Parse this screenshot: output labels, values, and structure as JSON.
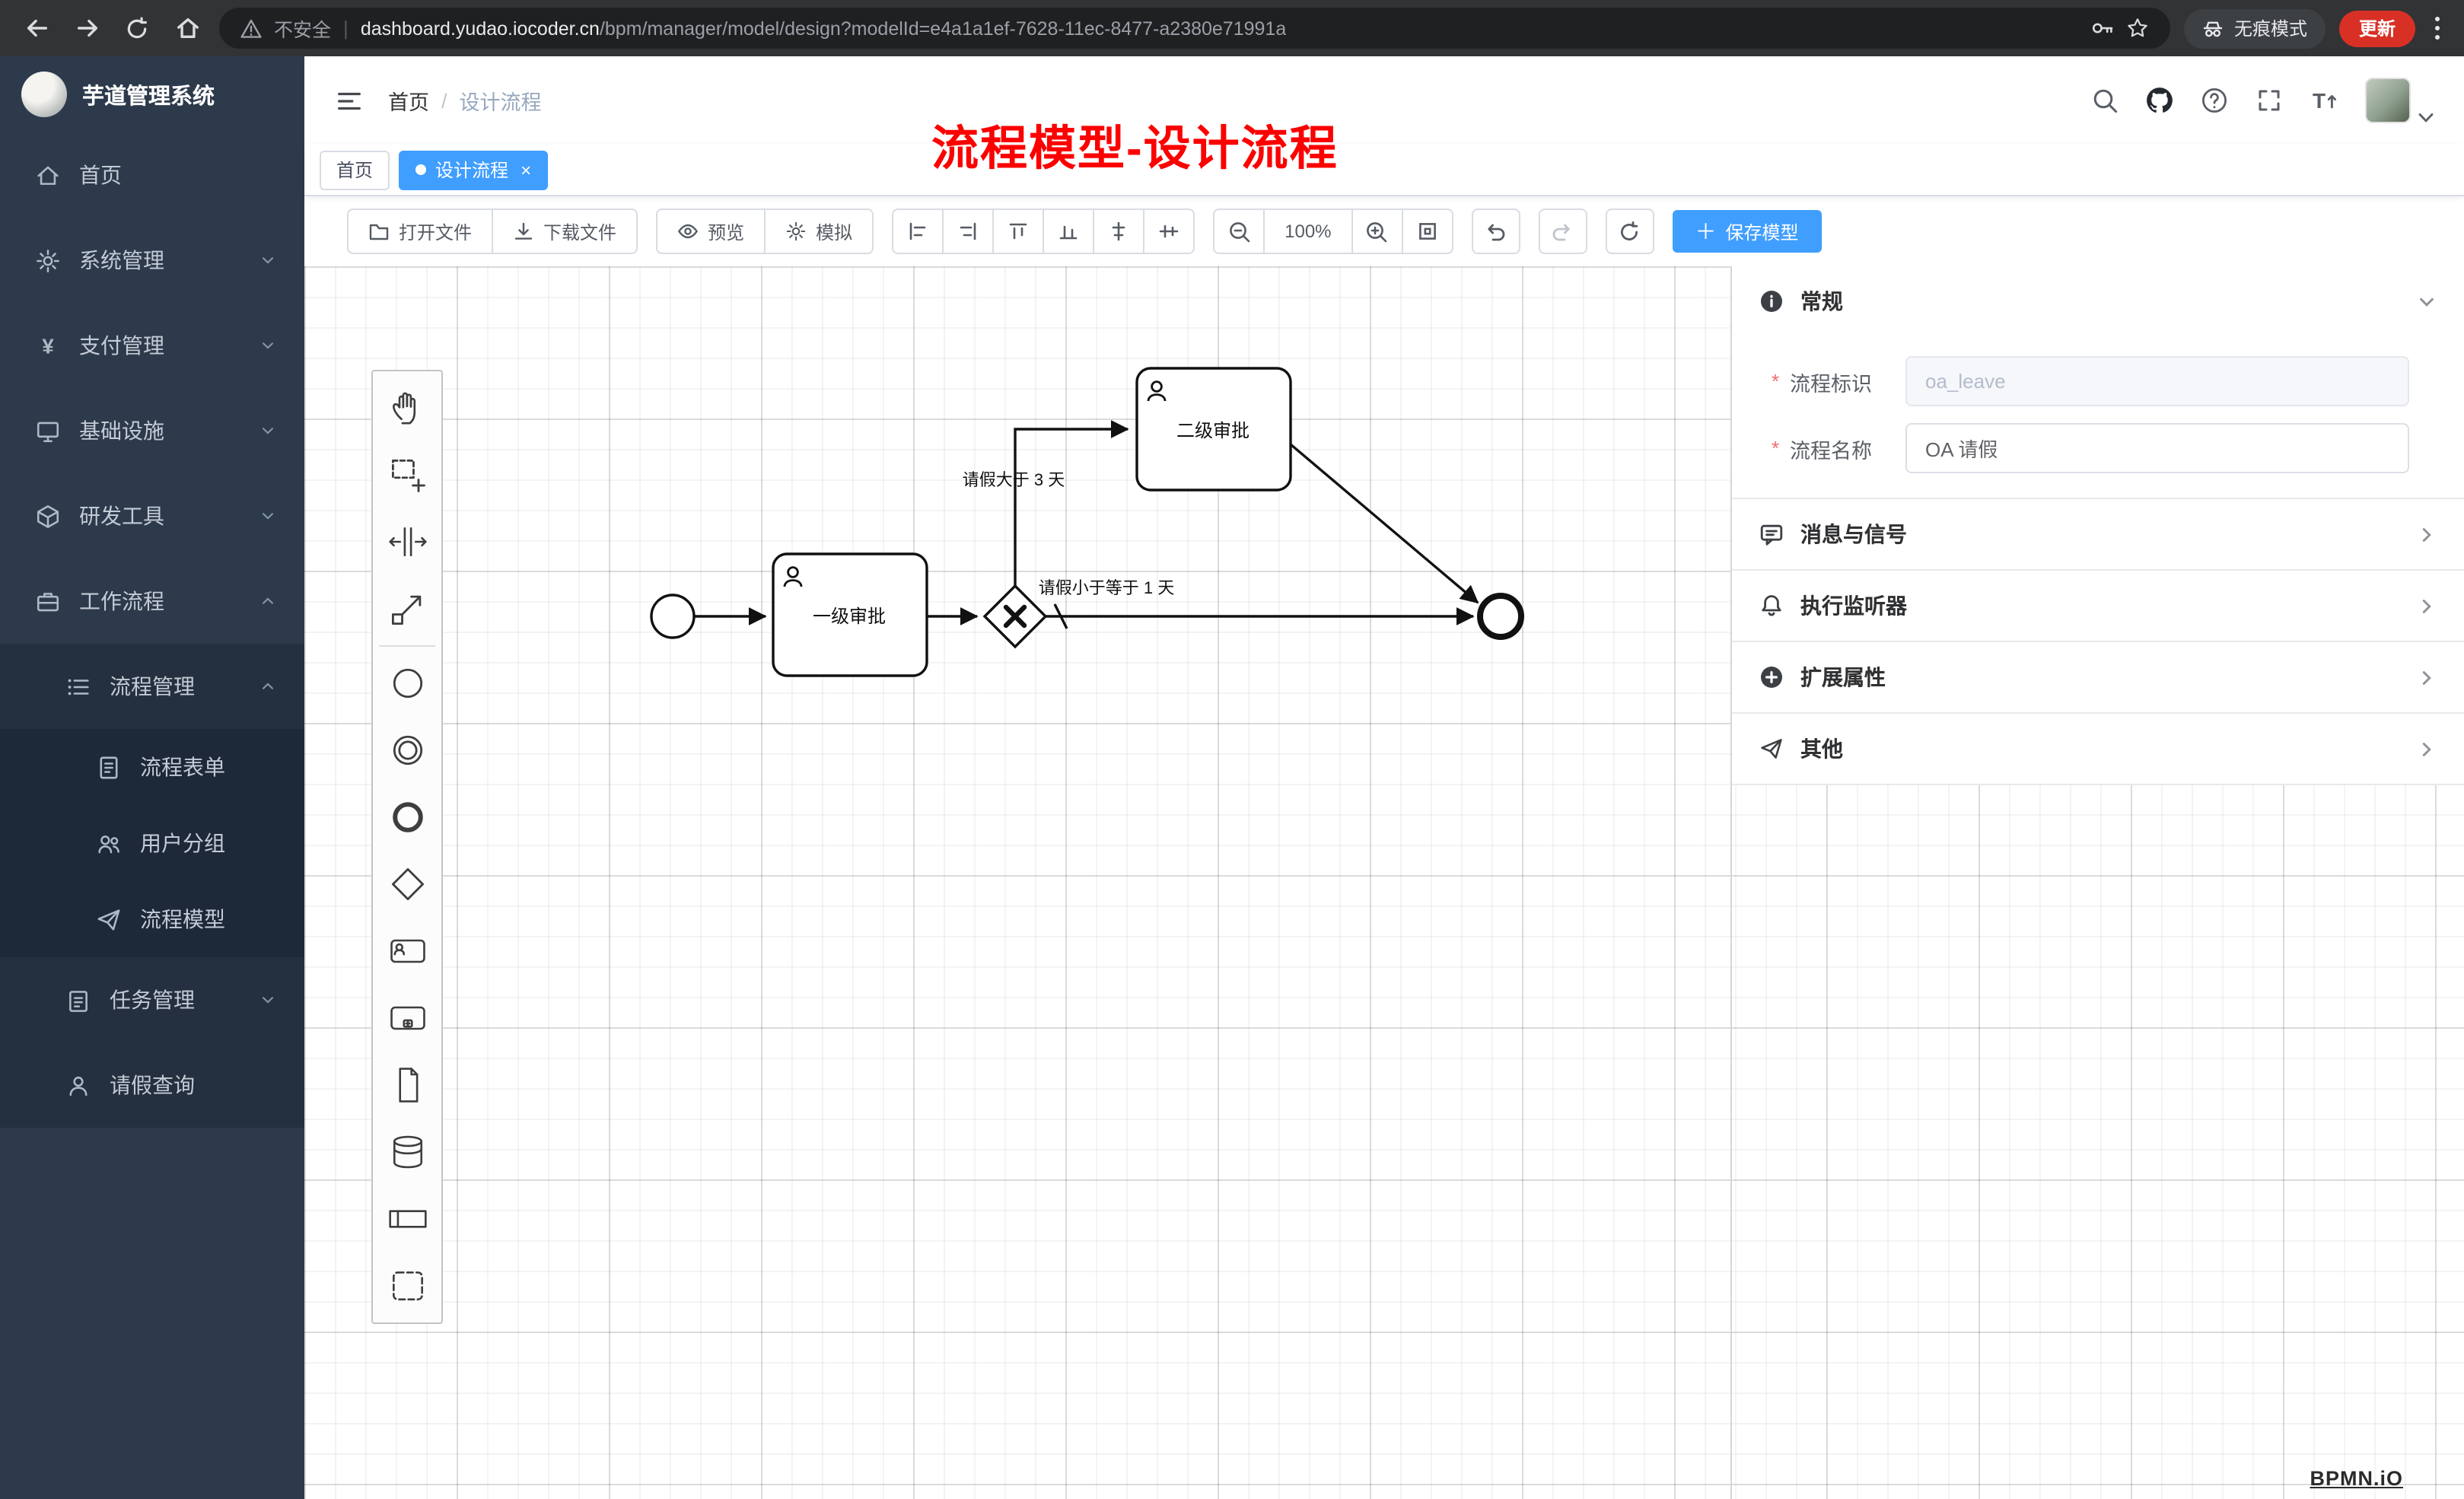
{
  "browser": {
    "security_label": "不安全",
    "url_host": "dashboard.yudao.iocoder.cn",
    "url_path": "/bpm/manager/model/design?modelId=e4a1a1ef-7628-11ec-8477-a2380e71991a",
    "incognito_label": "无痕模式",
    "update_label": "更新"
  },
  "sidebar": {
    "logo_title": "芋道管理系统",
    "items": [
      {
        "id": "home",
        "label": "首页",
        "level": 1,
        "icon": "home-icon"
      },
      {
        "id": "system-mgmt",
        "label": "系统管理",
        "level": 1,
        "icon": "gear-icon",
        "chevron": "down"
      },
      {
        "id": "payment-mgmt",
        "label": "支付管理",
        "level": 1,
        "icon": "yen-icon",
        "chevron": "down"
      },
      {
        "id": "infrastructure",
        "label": "基础设施",
        "level": 1,
        "icon": "infra-icon",
        "chevron": "down"
      },
      {
        "id": "dev-tools",
        "label": "研发工具",
        "level": 1,
        "icon": "toolbox-icon",
        "chevron": "down"
      },
      {
        "id": "workflow",
        "label": "工作流程",
        "level": 1,
        "icon": "workflow-icon",
        "chevron": "up"
      },
      {
        "id": "process-mgmt",
        "label": "流程管理",
        "level": 2,
        "icon": "list-icon",
        "chevron": "up"
      },
      {
        "id": "process-form",
        "label": "流程表单",
        "level": 3,
        "icon": "form-icon"
      },
      {
        "id": "user-group",
        "label": "用户分组",
        "level": 3,
        "icon": "users-icon"
      },
      {
        "id": "process-model",
        "label": "流程模型",
        "level": 3,
        "icon": "send-icon"
      },
      {
        "id": "task-mgmt",
        "label": "任务管理",
        "level": 2,
        "icon": "task-icon",
        "chevron": "down"
      },
      {
        "id": "leave-query",
        "label": "请假查询",
        "level": 2,
        "icon": "user-icon"
      }
    ]
  },
  "header": {
    "breadcrumb_home": "首页",
    "breadcrumb_sep": "/",
    "breadcrumb_current": "设计流程",
    "annotation": "流程模型-设计流程"
  },
  "tabs": {
    "home": "首页",
    "active": "设计流程"
  },
  "toolbar": {
    "open_file": "打开文件",
    "download_file": "下载文件",
    "preview": "预览",
    "simulate": "模拟",
    "zoom_level": "100%",
    "save_model": "保存模型"
  },
  "palette": {
    "items": [
      {
        "name": "hand-tool"
      },
      {
        "name": "lasso-tool"
      },
      {
        "name": "space-tool"
      },
      {
        "name": "global-connect-tool"
      },
      {
        "name": "create-start-event"
      },
      {
        "name": "create-intermediate-event"
      },
      {
        "name": "create-end-event"
      },
      {
        "name": "create-exclusive-gateway"
      },
      {
        "name": "create-user-task"
      },
      {
        "name": "create-subprocess"
      },
      {
        "name": "create-task"
      },
      {
        "name": "create-data-store"
      },
      {
        "name": "create-participant"
      },
      {
        "name": "create-group"
      }
    ]
  },
  "diagram": {
    "task1_label": "一级审批",
    "task2_label": "二级审批",
    "flow_up_label": "请假大于 3 天",
    "flow_right_label": "请假小于等于 1 天"
  },
  "panel": {
    "sections": {
      "general": "常规",
      "message": "消息与信号",
      "listener": "执行监听器",
      "extension": "扩展属性",
      "other": "其他"
    },
    "process_key_label": "流程标识",
    "process_key_value": "oa_leave",
    "process_name_label": "流程名称",
    "process_name_value": "OA 请假"
  },
  "watermark": "BPMN.iO",
  "colors": {
    "accent_blue": "#409eff",
    "annotation_red": "#fb0200",
    "sidebar_bg": "#2d3a4b",
    "update_red": "#d93025"
  }
}
